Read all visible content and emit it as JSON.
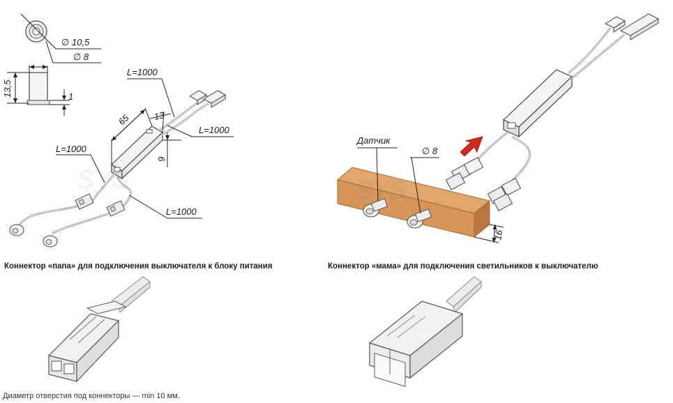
{
  "diagram_top_left": {
    "diam_outer": "∅ 10,5",
    "diam_inner": "∅ 8",
    "height": "13,5",
    "lip": "1",
    "len_main_cable": "L=1000",
    "len_output_cable": "L=1000",
    "len_left_cable": "L=1000",
    "len_branch_cable": "L=1000",
    "body_length": "65",
    "body_width": "13",
    "body_height": "9"
  },
  "diagram_top_right": {
    "sensor_label": "Датчик",
    "hole_diam": "∅ 8",
    "board_thickness": "16"
  },
  "captions": {
    "male_connector": "Коннектор «папа» для подключения выключателя к блоку питания",
    "female_connector": "Коннектор «мама» для подключения светильников к выключателю"
  },
  "footnote": "Диаметр отверстия под коннекторы — min 10 мм.",
  "colors": {
    "wood": "#d8955a",
    "wood_dark": "#b9773f",
    "arrow": "#d0281f",
    "line": "#3a3a3a",
    "body_fill": "#f2f2f2"
  }
}
